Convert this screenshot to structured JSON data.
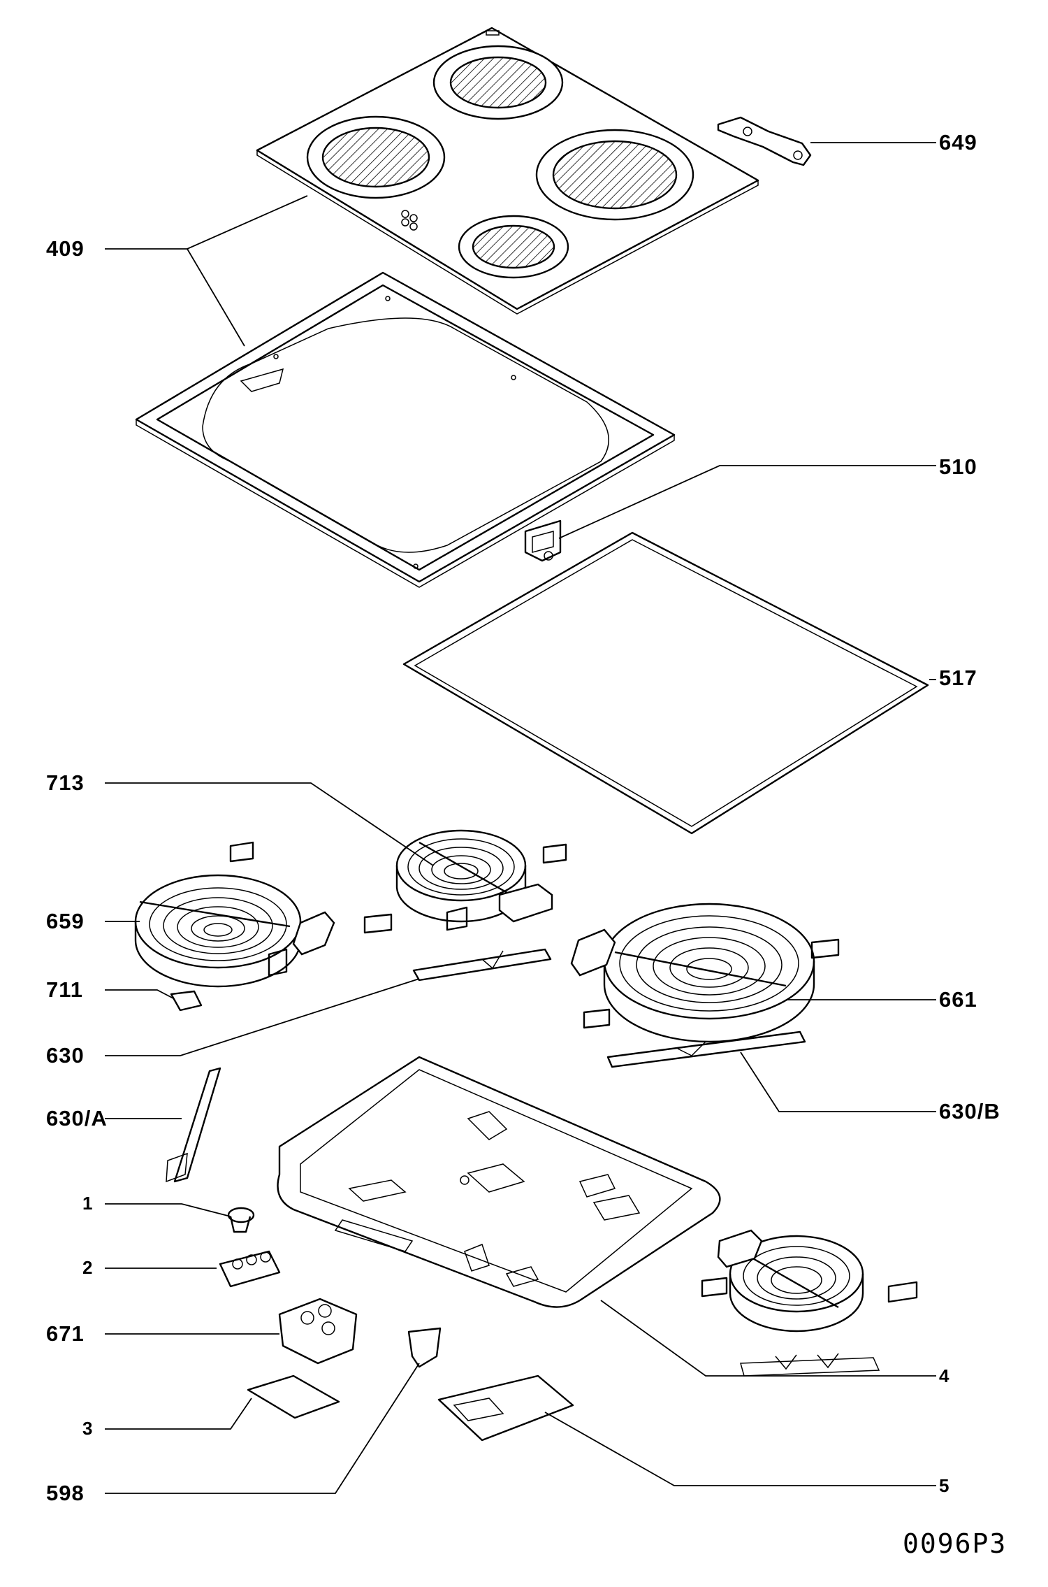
{
  "labels": {
    "p409": "409",
    "p649": "649",
    "p510": "510",
    "p517": "517",
    "p713": "713",
    "p659": "659",
    "p711": "711",
    "p630": "630",
    "p661": "661",
    "p630a": "630/A",
    "p630b": "630/B",
    "p1": "1",
    "p2": "2",
    "p671": "671",
    "p4": "4",
    "p3": "3",
    "p598": "598",
    "p5": "5"
  },
  "drawing_code": "0096P3"
}
